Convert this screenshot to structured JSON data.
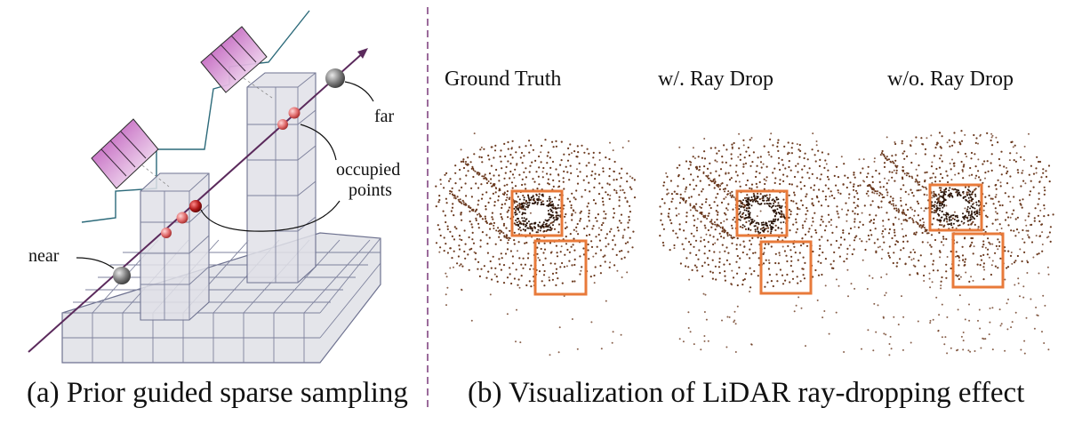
{
  "left_panel": {
    "caption": "(a) Prior guided sparse sampling",
    "labels": {
      "near": "near",
      "far": "far",
      "occupied_line1": "occupied",
      "occupied_line2": "points"
    }
  },
  "right_panel": {
    "caption": "(b) Visualization of LiDAR ray-dropping effect",
    "columns": [
      {
        "title": "Ground Truth"
      },
      {
        "title": "w/. Ray Drop"
      },
      {
        "title": "w/o. Ray Drop"
      }
    ]
  },
  "colors": {
    "ray": "#5b2a5c",
    "voxel_fill": "#dcdde3",
    "voxel_stroke": "#6e7290",
    "point_cloud": "#6b3a1f",
    "highlight_box": "#e87a3a",
    "divider": "#7a3a7a",
    "frustum": "#c85ac0"
  }
}
